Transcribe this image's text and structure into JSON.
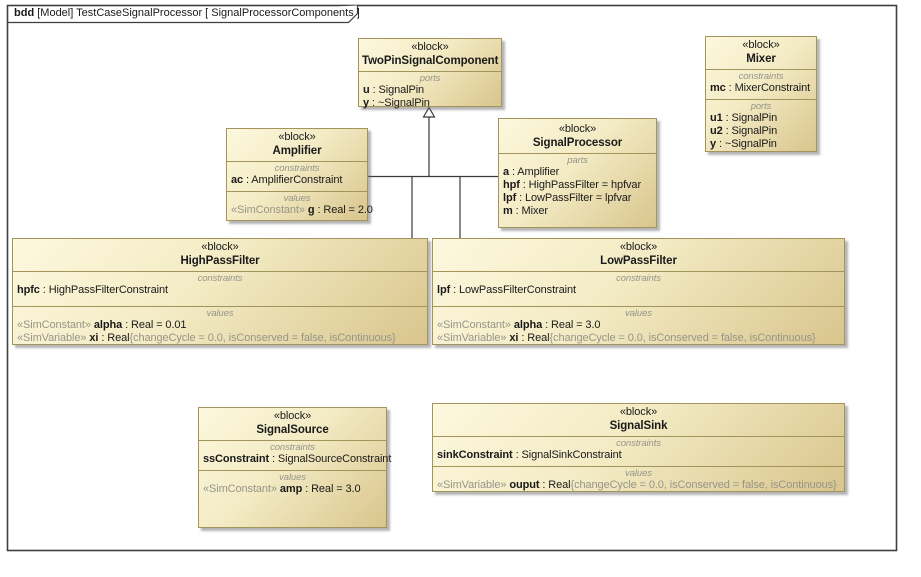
{
  "diagram": {
    "kind": "bdd",
    "colors": {
      "block_fill_light": "#fdf8de",
      "block_fill_dark": "#d9c58d",
      "block_border": "#a3945c",
      "frame_border": "#3f3f3f",
      "connector": "#3a3a3a",
      "muted_text": "#96958a",
      "text": "#1a1a1a"
    }
  },
  "frame": {
    "keyword": "bdd",
    "title_rest": " [Model] TestCaseSignalProcessor [ SignalProcessorComponents ]"
  },
  "blocks": {
    "twopin": {
      "stereotype": "«block»",
      "name": "TwoPinSignalComponent",
      "compartments": [
        {
          "label": "ports",
          "lines": [
            {
              "name": "u",
              "mid": " : SignalPin"
            },
            {
              "name": "y",
              "mid": " : ~SignalPin"
            }
          ]
        }
      ]
    },
    "mixer": {
      "stereotype": "«block»",
      "name": "Mixer",
      "compartments": [
        {
          "label": "constraints",
          "lines": [
            {
              "name": "mc",
              "mid": " : MixerConstraint"
            }
          ]
        },
        {
          "label": "ports",
          "lines": [
            {
              "name": "u1",
              "mid": " : SignalPin"
            },
            {
              "name": "u2",
              "mid": " : SignalPin"
            },
            {
              "name": "y",
              "mid": " : ~SignalPin"
            }
          ]
        }
      ]
    },
    "amplifier": {
      "stereotype": "«block»",
      "name": "Amplifier",
      "compartments": [
        {
          "label": "constraints",
          "lines": [
            {
              "name": "ac",
              "mid": " : AmplifierConstraint"
            }
          ]
        },
        {
          "label": "values",
          "lines": [
            {
              "pre": "«SimConstant» ",
              "name": "g",
              "mid": " : Real = 2.0"
            }
          ]
        }
      ]
    },
    "processor": {
      "stereotype": "«block»",
      "name": "SignalProcessor",
      "compartments": [
        {
          "label": "parts",
          "lines": [
            {
              "name": "a",
              "mid": " : Amplifier"
            },
            {
              "name": "hpf",
              "mid": " : HighPassFilter = hpfvar"
            },
            {
              "name": "lpf",
              "mid": " : LowPassFilter = lpfvar"
            },
            {
              "name": "m",
              "mid": " : Mixer"
            }
          ]
        }
      ]
    },
    "highpass": {
      "stereotype": "«block»",
      "name": "HighPassFilter",
      "compartments": [
        {
          "label": "constraints",
          "lines": [
            {
              "name": "hpfc",
              "mid": " : HighPassFilterConstraint"
            }
          ]
        },
        {
          "label": "values",
          "lines": [
            {
              "pre": "«SimConstant» ",
              "name": "alpha",
              "mid": " : Real = 0.01"
            },
            {
              "pre": "«SimVariable» ",
              "name": "xi",
              "mid": " : Real",
              "post": "{changeCycle = 0.0, isConserved = false, isContinuous}"
            }
          ]
        }
      ]
    },
    "lowpass": {
      "stereotype": "«block»",
      "name": "LowPassFilter",
      "compartments": [
        {
          "label": "constraints",
          "lines": [
            {
              "name": "lpf",
              "mid": " : LowPassFilterConstraint"
            }
          ]
        },
        {
          "label": "values",
          "lines": [
            {
              "pre": "«SimConstant» ",
              "name": "alpha",
              "mid": " : Real = 3.0"
            },
            {
              "pre": "«SimVariable» ",
              "name": "xi",
              "mid": " : Real",
              "post": "{changeCycle = 0.0, isConserved = false, isContinuous}"
            }
          ]
        }
      ]
    },
    "source": {
      "stereotype": "«block»",
      "name": "SignalSource",
      "compartments": [
        {
          "label": "constraints",
          "lines": [
            {
              "name": "ssConstraint",
              "mid": " : SignalSourceConstraint"
            }
          ]
        },
        {
          "label": "values",
          "lines": [
            {
              "pre": "«SimConstant» ",
              "name": "amp",
              "mid": " : Real = 3.0"
            }
          ]
        }
      ]
    },
    "sink": {
      "stereotype": "«block»",
      "name": "SignalSink",
      "compartments": [
        {
          "label": "constraints",
          "lines": [
            {
              "name": "sinkConstraint",
              "mid": " : SignalSinkConstraint"
            }
          ]
        },
        {
          "label": "values",
          "lines": [
            {
              "pre": "«SimVariable» ",
              "name": "ouput",
              "mid": " : Real",
              "post": "{changeCycle = 0.0, isConserved = false, isContinuous}"
            }
          ]
        }
      ]
    }
  },
  "relationships": [
    {
      "type": "generalization",
      "from": "Amplifier",
      "to": "TwoPinSignalComponent"
    },
    {
      "type": "generalization",
      "from": "SignalProcessor",
      "to": "TwoPinSignalComponent"
    },
    {
      "type": "generalization",
      "from": "HighPassFilter",
      "to": "TwoPinSignalComponent"
    },
    {
      "type": "generalization",
      "from": "LowPassFilter",
      "to": "TwoPinSignalComponent"
    }
  ]
}
